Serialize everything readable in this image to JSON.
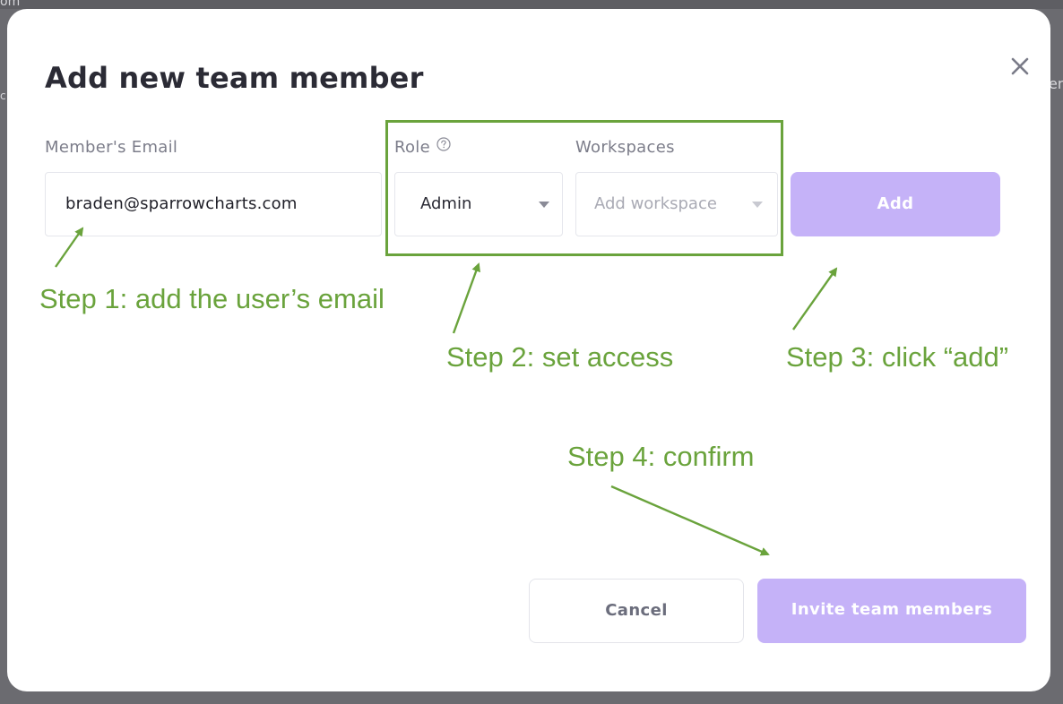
{
  "background": {
    "fragment_top_left": "om",
    "fragment_right": "en",
    "fragment_left": "c"
  },
  "modal": {
    "title": "Add new team member",
    "close_icon": "close-icon"
  },
  "form": {
    "email_label": "Member's Email",
    "email_value": "braden@sparrowcharts.com",
    "role_label": "Role",
    "role_help_icon": "question-circle-icon",
    "role_value": "Admin",
    "workspaces_label": "Workspaces",
    "workspaces_placeholder": "Add workspace",
    "add_label": "Add"
  },
  "footer": {
    "cancel_label": "Cancel",
    "invite_label": "Invite team members"
  },
  "annotations": {
    "step1": "Step 1: add the user’s email",
    "step2": "Step 2: set access",
    "step3": "Step 3: click “add”",
    "step4": "Step 4: confirm"
  },
  "colors": {
    "accent_button": "#c5b2f8",
    "annotation_green": "#6aa33c",
    "title_text": "#2b2b35",
    "label_text": "#7c7d8a"
  }
}
